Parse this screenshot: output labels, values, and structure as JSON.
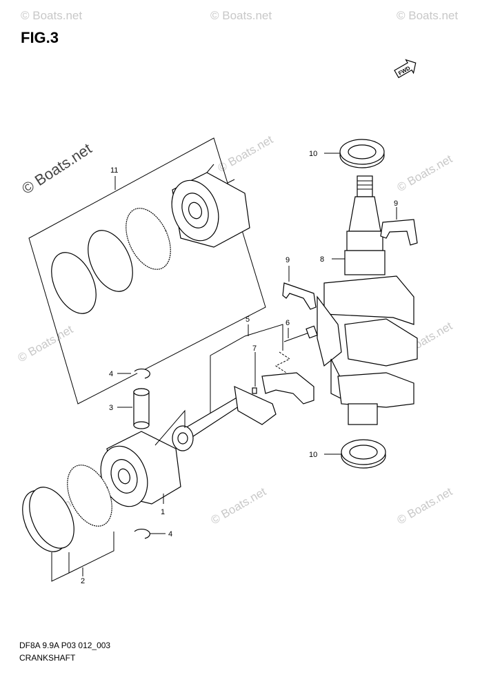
{
  "figure": {
    "title": "FIG.3",
    "code": "DF8A 9.9A P03 012_003",
    "name": "CRANKSHAFT"
  },
  "direction_badge": "FWD",
  "watermark": {
    "text": "© Boats.net"
  },
  "callouts": {
    "c1": "1",
    "c2": "2",
    "c3": "3",
    "c4a": "4",
    "c4b": "4",
    "c5": "5",
    "c6": "6",
    "c7": "7",
    "c8": "8",
    "c9a": "9",
    "c9b": "9",
    "c10a": "10",
    "c10b": "10",
    "c11": "11"
  }
}
